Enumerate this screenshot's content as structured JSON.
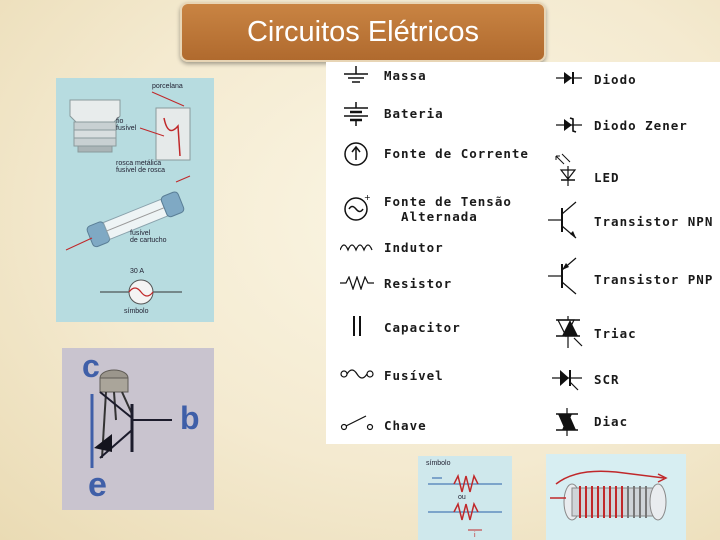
{
  "title": "Circuitos Elétricos",
  "fuse_figure": {
    "labels": {
      "porcelana": "porcelana",
      "fio_fusivel": "fio\nfusível",
      "rosca": "rosca metálica\nfusível de rosca",
      "cartucho": "fusível\nde cartucho",
      "ampere": "30 A",
      "simbolo": "símbolo"
    }
  },
  "photo": {
    "letters": {
      "c": "c",
      "b": "b",
      "e": "e"
    }
  },
  "symbols_left": [
    {
      "icon": "ground-icon",
      "label": "Massa"
    },
    {
      "icon": "battery-icon",
      "label": "Bateria"
    },
    {
      "icon": "current-source-icon",
      "label": "Fonte de Corrente"
    },
    {
      "icon": "ac-source-icon",
      "label": "Fonte de Tensão\n  Alternada"
    },
    {
      "icon": "inductor-icon",
      "label": "Indutor"
    },
    {
      "icon": "resistor-icon",
      "label": "Resistor"
    },
    {
      "icon": "capacitor-icon",
      "label": "Capacitor"
    },
    {
      "icon": "fuse-icon",
      "label": "Fusível"
    },
    {
      "icon": "switch-icon",
      "label": "Chave"
    }
  ],
  "symbols_right": [
    {
      "icon": "diode-icon",
      "label": "Diodo"
    },
    {
      "icon": "zener-diode-icon",
      "label": "Diodo Zener"
    },
    {
      "icon": "led-icon",
      "label": "LED"
    },
    {
      "icon": "npn-transistor-icon",
      "label": "Transistor NPN"
    },
    {
      "icon": "pnp-transistor-icon",
      "label": "Transistor PNP"
    },
    {
      "icon": "triac-icon",
      "label": "Triac"
    },
    {
      "icon": "scr-icon",
      "label": "SCR"
    },
    {
      "icon": "diac-icon",
      "label": "Diac"
    }
  ],
  "small_figure": {
    "labels": {
      "simbolo": "símbolo",
      "ou": "ou",
      "i": "i"
    }
  },
  "colors": {
    "title_bg": "#b8733a",
    "panel_blue": "#b7dce0"
  }
}
